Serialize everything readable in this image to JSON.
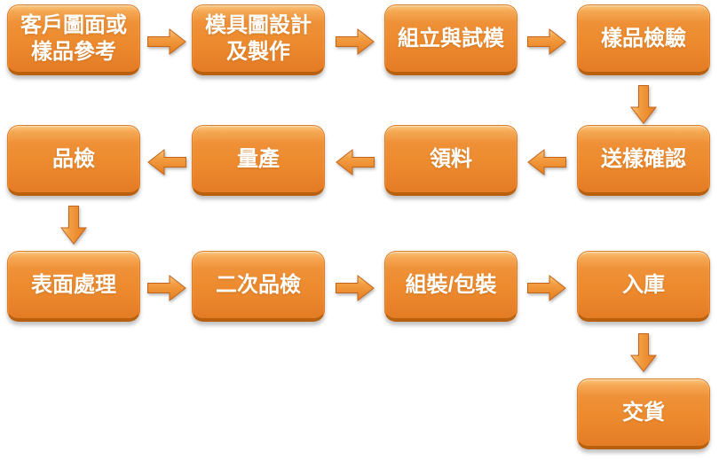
{
  "diagram": {
    "type": "flowchart",
    "background": "#FFFFFF",
    "colors": {
      "box_fill_top": "#FBC67E",
      "box_fill_main": "#ED8A2E",
      "box_border_bottom": "#B9600F",
      "arrow_fill_top": "#FBC67E",
      "arrow_fill_bottom": "#E67C1E",
      "arrow_outline": "#C1651B",
      "text_color": "#FFFFFF"
    },
    "icons": {
      "arrow_right": "block-arrow-right →",
      "arrow_left": "block-arrow-left ←",
      "arrow_down": "block-arrow-down ↓"
    },
    "flow_order": [
      "customer-drawing",
      "mold-design",
      "assembly-trial",
      "sample-inspection",
      "sample-confirm",
      "material-pickup",
      "mass-production",
      "quality-check",
      "surface-treatment",
      "second-quality-check",
      "assembly-packing",
      "warehousing",
      "delivery"
    ],
    "boxes": [
      {
        "id": "customer-drawing",
        "label": "客戶圖面或\n樣品參考",
        "row": 1,
        "col": 1
      },
      {
        "id": "mold-design",
        "label": "模具圖設計\n及製作",
        "row": 1,
        "col": 2
      },
      {
        "id": "assembly-trial",
        "label": "組立與試模",
        "row": 1,
        "col": 3
      },
      {
        "id": "sample-inspection",
        "label": "樣品檢驗",
        "row": 1,
        "col": 4
      },
      {
        "id": "sample-confirm",
        "label": "送樣確認",
        "row": 2,
        "col": 4
      },
      {
        "id": "material-pickup",
        "label": "領料",
        "row": 2,
        "col": 3
      },
      {
        "id": "mass-production",
        "label": "量產",
        "row": 2,
        "col": 2
      },
      {
        "id": "quality-check",
        "label": "品檢",
        "row": 2,
        "col": 1
      },
      {
        "id": "surface-treatment",
        "label": "表面處理",
        "row": 3,
        "col": 1
      },
      {
        "id": "second-quality-check",
        "label": "二次品檢",
        "row": 3,
        "col": 2
      },
      {
        "id": "assembly-packing",
        "label": "組裝/包裝",
        "row": 3,
        "col": 3
      },
      {
        "id": "warehousing",
        "label": "入庫",
        "row": 3,
        "col": 4
      },
      {
        "id": "delivery",
        "label": "交貨",
        "row": 4,
        "col": 4
      }
    ]
  }
}
